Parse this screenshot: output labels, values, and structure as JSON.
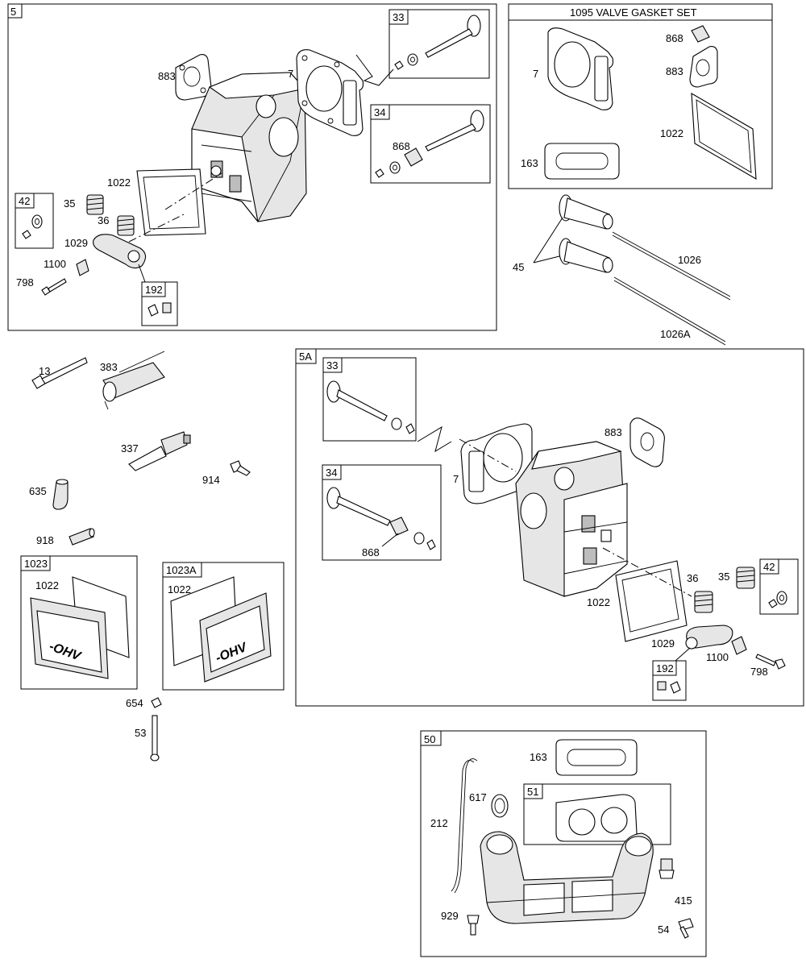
{
  "sections": {
    "head_5": {
      "id": "5"
    },
    "gasket_set": {
      "title": "1095 VALVE GASKET SET"
    },
    "head_5a": {
      "id": "5A"
    },
    "cover_1023": {
      "id": "1023"
    },
    "cover_1023a": {
      "id": "1023A"
    },
    "manifold_50": {
      "id": "50"
    },
    "adapter_51": {
      "id": "51"
    },
    "sub_33": {
      "id": "33"
    },
    "sub_34": {
      "id": "34"
    },
    "sub_42": {
      "id": "42"
    },
    "sub_192": {
      "id": "192"
    }
  },
  "labels": {
    "p883": "883",
    "p7": "7",
    "p1022": "1022",
    "p35": "35",
    "p36": "36",
    "p1029": "1029",
    "p1100": "1100",
    "p798": "798",
    "p868": "868",
    "p163": "163",
    "p45": "45",
    "p1026": "1026",
    "p1026a": "1026A",
    "p13": "13",
    "p383": "383",
    "p337": "337",
    "p914": "914",
    "p635": "635",
    "p918": "918",
    "p654": "654",
    "p53": "53",
    "p617": "617",
    "p212": "212",
    "p929": "929",
    "p415": "415",
    "p54": "54"
  }
}
